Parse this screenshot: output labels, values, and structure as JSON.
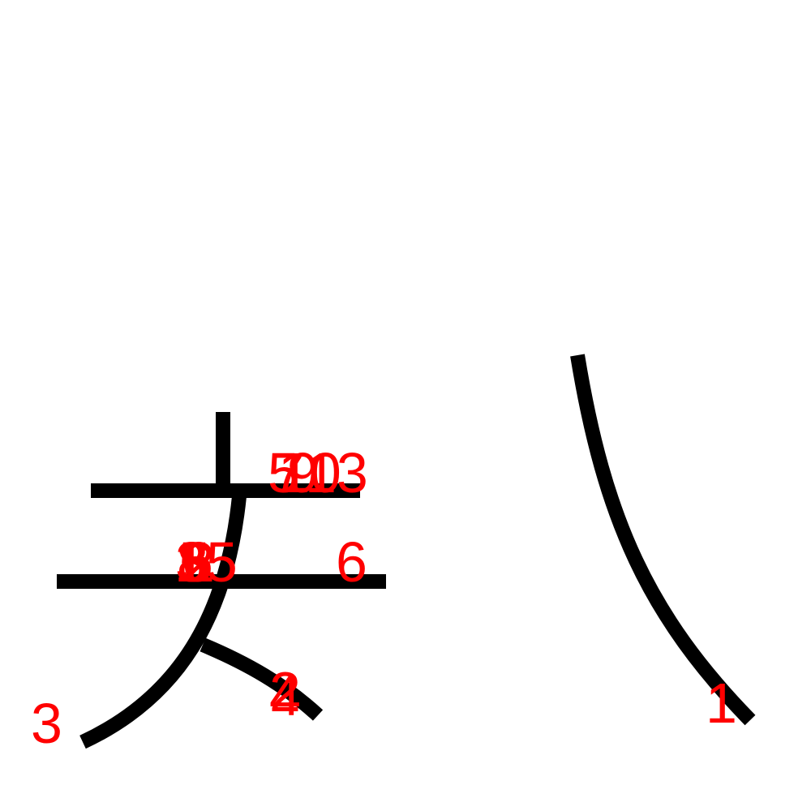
{
  "colors": {
    "background": "#ffffff",
    "stroke": "#000000",
    "number": "#ff0000"
  },
  "strokes": [
    {
      "name": "stroke-right-curve"
    },
    {
      "name": "stroke-short-diagonal"
    },
    {
      "name": "stroke-left-sweep"
    },
    {
      "name": "stroke-upper-bar"
    },
    {
      "name": "stroke-vertical-tick"
    },
    {
      "name": "stroke-lower-bar"
    }
  ],
  "labels": [
    {
      "text": "1"
    },
    {
      "text": "2"
    },
    {
      "text": "4"
    },
    {
      "text": "3"
    },
    {
      "text": "6"
    },
    {
      "text": "5"
    },
    {
      "text": "7"
    },
    {
      "text": "9"
    },
    {
      "text": "10"
    },
    {
      "text": "13"
    },
    {
      "text": "3"
    },
    {
      "text": "5"
    },
    {
      "text": "8"
    },
    {
      "text": "6"
    },
    {
      "text": "2"
    },
    {
      "text": "15"
    }
  ]
}
